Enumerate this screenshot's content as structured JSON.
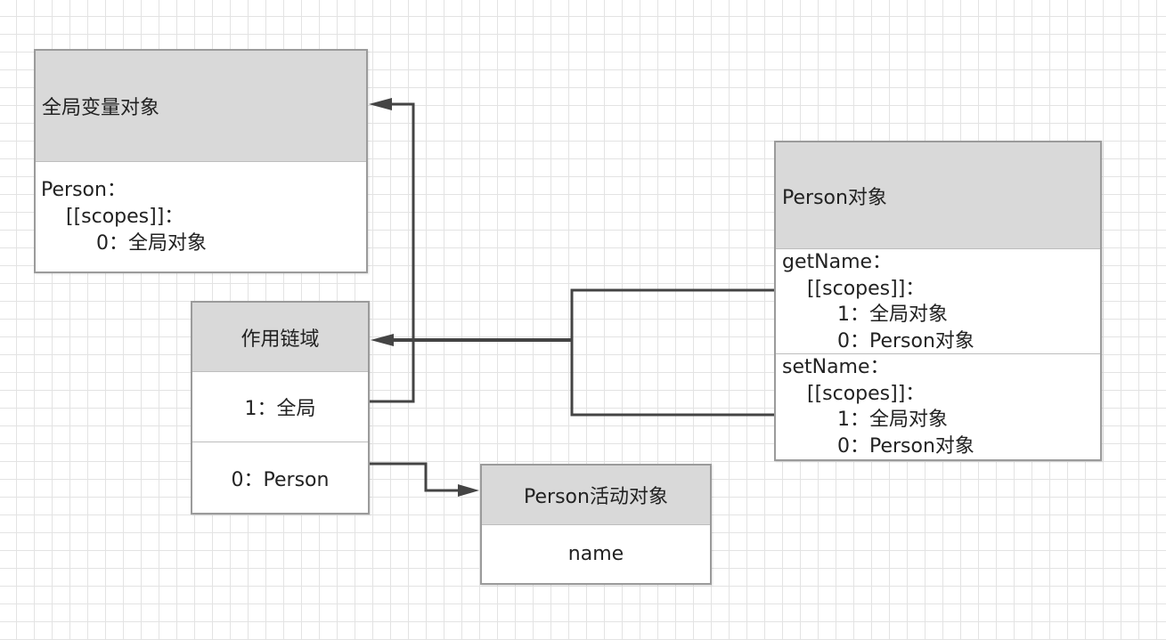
{
  "diagram": {
    "global_variable_object": {
      "title": "全局变量对象",
      "lines": [
        "Person：",
        "[[scopes]]：",
        "0：全局对象"
      ]
    },
    "scope_chain": {
      "title": "作用链域",
      "rows": [
        "1：全局",
        "0：Person"
      ]
    },
    "person_object": {
      "title": "Person对象",
      "methods": [
        {
          "name": "getName：",
          "scopes_label": "[[scopes]]：",
          "scopes": [
            "1：全局对象",
            "0：Person对象"
          ]
        },
        {
          "name": "setName：",
          "scopes_label": "[[scopes]]：",
          "scopes": [
            "1：全局对象",
            "0：Person对象"
          ]
        }
      ]
    },
    "person_activation_object": {
      "title": "Person活动对象",
      "fields": [
        "name"
      ]
    }
  },
  "colors": {
    "canvas_background": "#ffffff",
    "grid_line": "#e3e3e3",
    "box_header": "#d9d9d9",
    "box_body": "#ffffff",
    "box_border": "#9b9b9b",
    "divider": "#bdbdbd",
    "connector": "#444444",
    "text": "#222222"
  }
}
